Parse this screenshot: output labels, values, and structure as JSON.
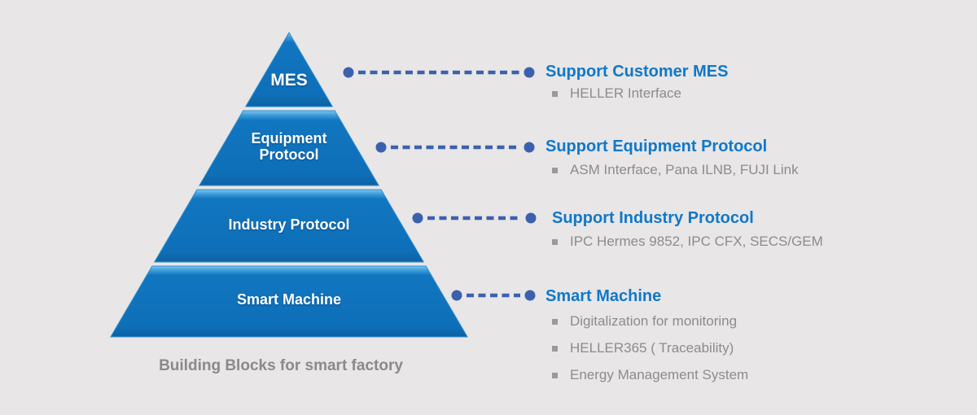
{
  "caption": "Building Blocks for smart factory",
  "pyramid": {
    "levels": [
      {
        "name": "MES",
        "lines": [
          "MES"
        ]
      },
      {
        "name": "Equipment Protocol",
        "lines": [
          "Equipment",
          "Protocol"
        ]
      },
      {
        "name": "Industry Protocol",
        "lines": [
          "Industry Protocol"
        ]
      },
      {
        "name": "Smart Machine",
        "lines": [
          "Smart Machine"
        ]
      }
    ]
  },
  "annotations": [
    {
      "heading": "Support Customer MES",
      "items": [
        "HELLER Interface"
      ]
    },
    {
      "heading": "Support Equipment Protocol",
      "items": [
        "ASM Interface, Pana ILNB, FUJI Link"
      ]
    },
    {
      "heading": "Support Industry Protocol",
      "items": [
        "IPC Hermes 9852, IPC CFX, SECS/GEM"
      ]
    },
    {
      "heading": "Smart Machine",
      "items": [
        "Digitalization for monitoring",
        "HELLER365 ( Traceability)",
        "Energy Management System"
      ]
    }
  ],
  "colors": {
    "background": "#e8e6e6",
    "pyramid_fill": "#0e72bc",
    "pyramid_bevel_highlight": "#7cc6ee",
    "pyramid_label_text": "#ffffff",
    "connector": "#3b61ae",
    "heading_text": "#1078c8",
    "item_text": "#8c8c8c",
    "caption_text": "#8a8a8a"
  }
}
